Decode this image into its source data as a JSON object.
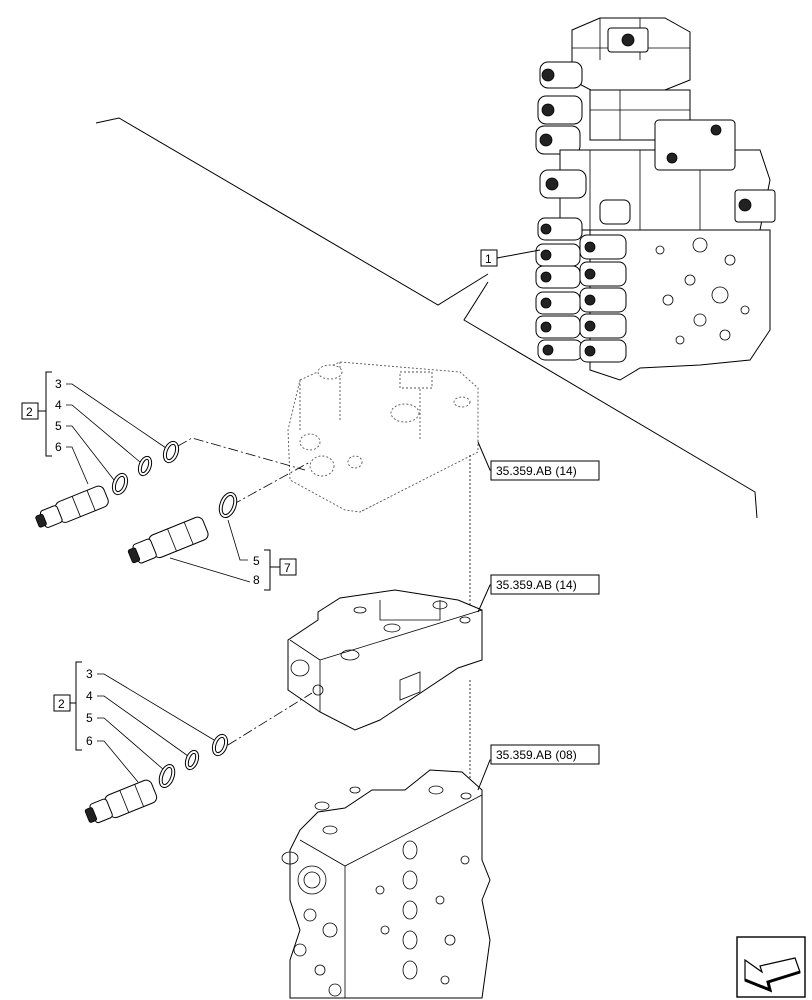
{
  "callouts": {
    "item_1": "1",
    "item_2_upper": "2",
    "item_2_lower": "2",
    "item_3_upper": "3",
    "item_4_upper": "4",
    "item_5_upper": "5",
    "item_6_upper": "6",
    "item_5_mid": "5",
    "item_8_mid": "8",
    "item_7": "7",
    "item_3_lower": "3",
    "item_4_lower": "4",
    "item_5_lower": "5",
    "item_6_lower": "6"
  },
  "references": {
    "ref_top": "35.359.AB (14)",
    "ref_middle": "35.359.AB (14)",
    "ref_bottom": "35.359.AB (08)"
  },
  "icons": {
    "nav_arrow": "next-arrow-icon"
  }
}
